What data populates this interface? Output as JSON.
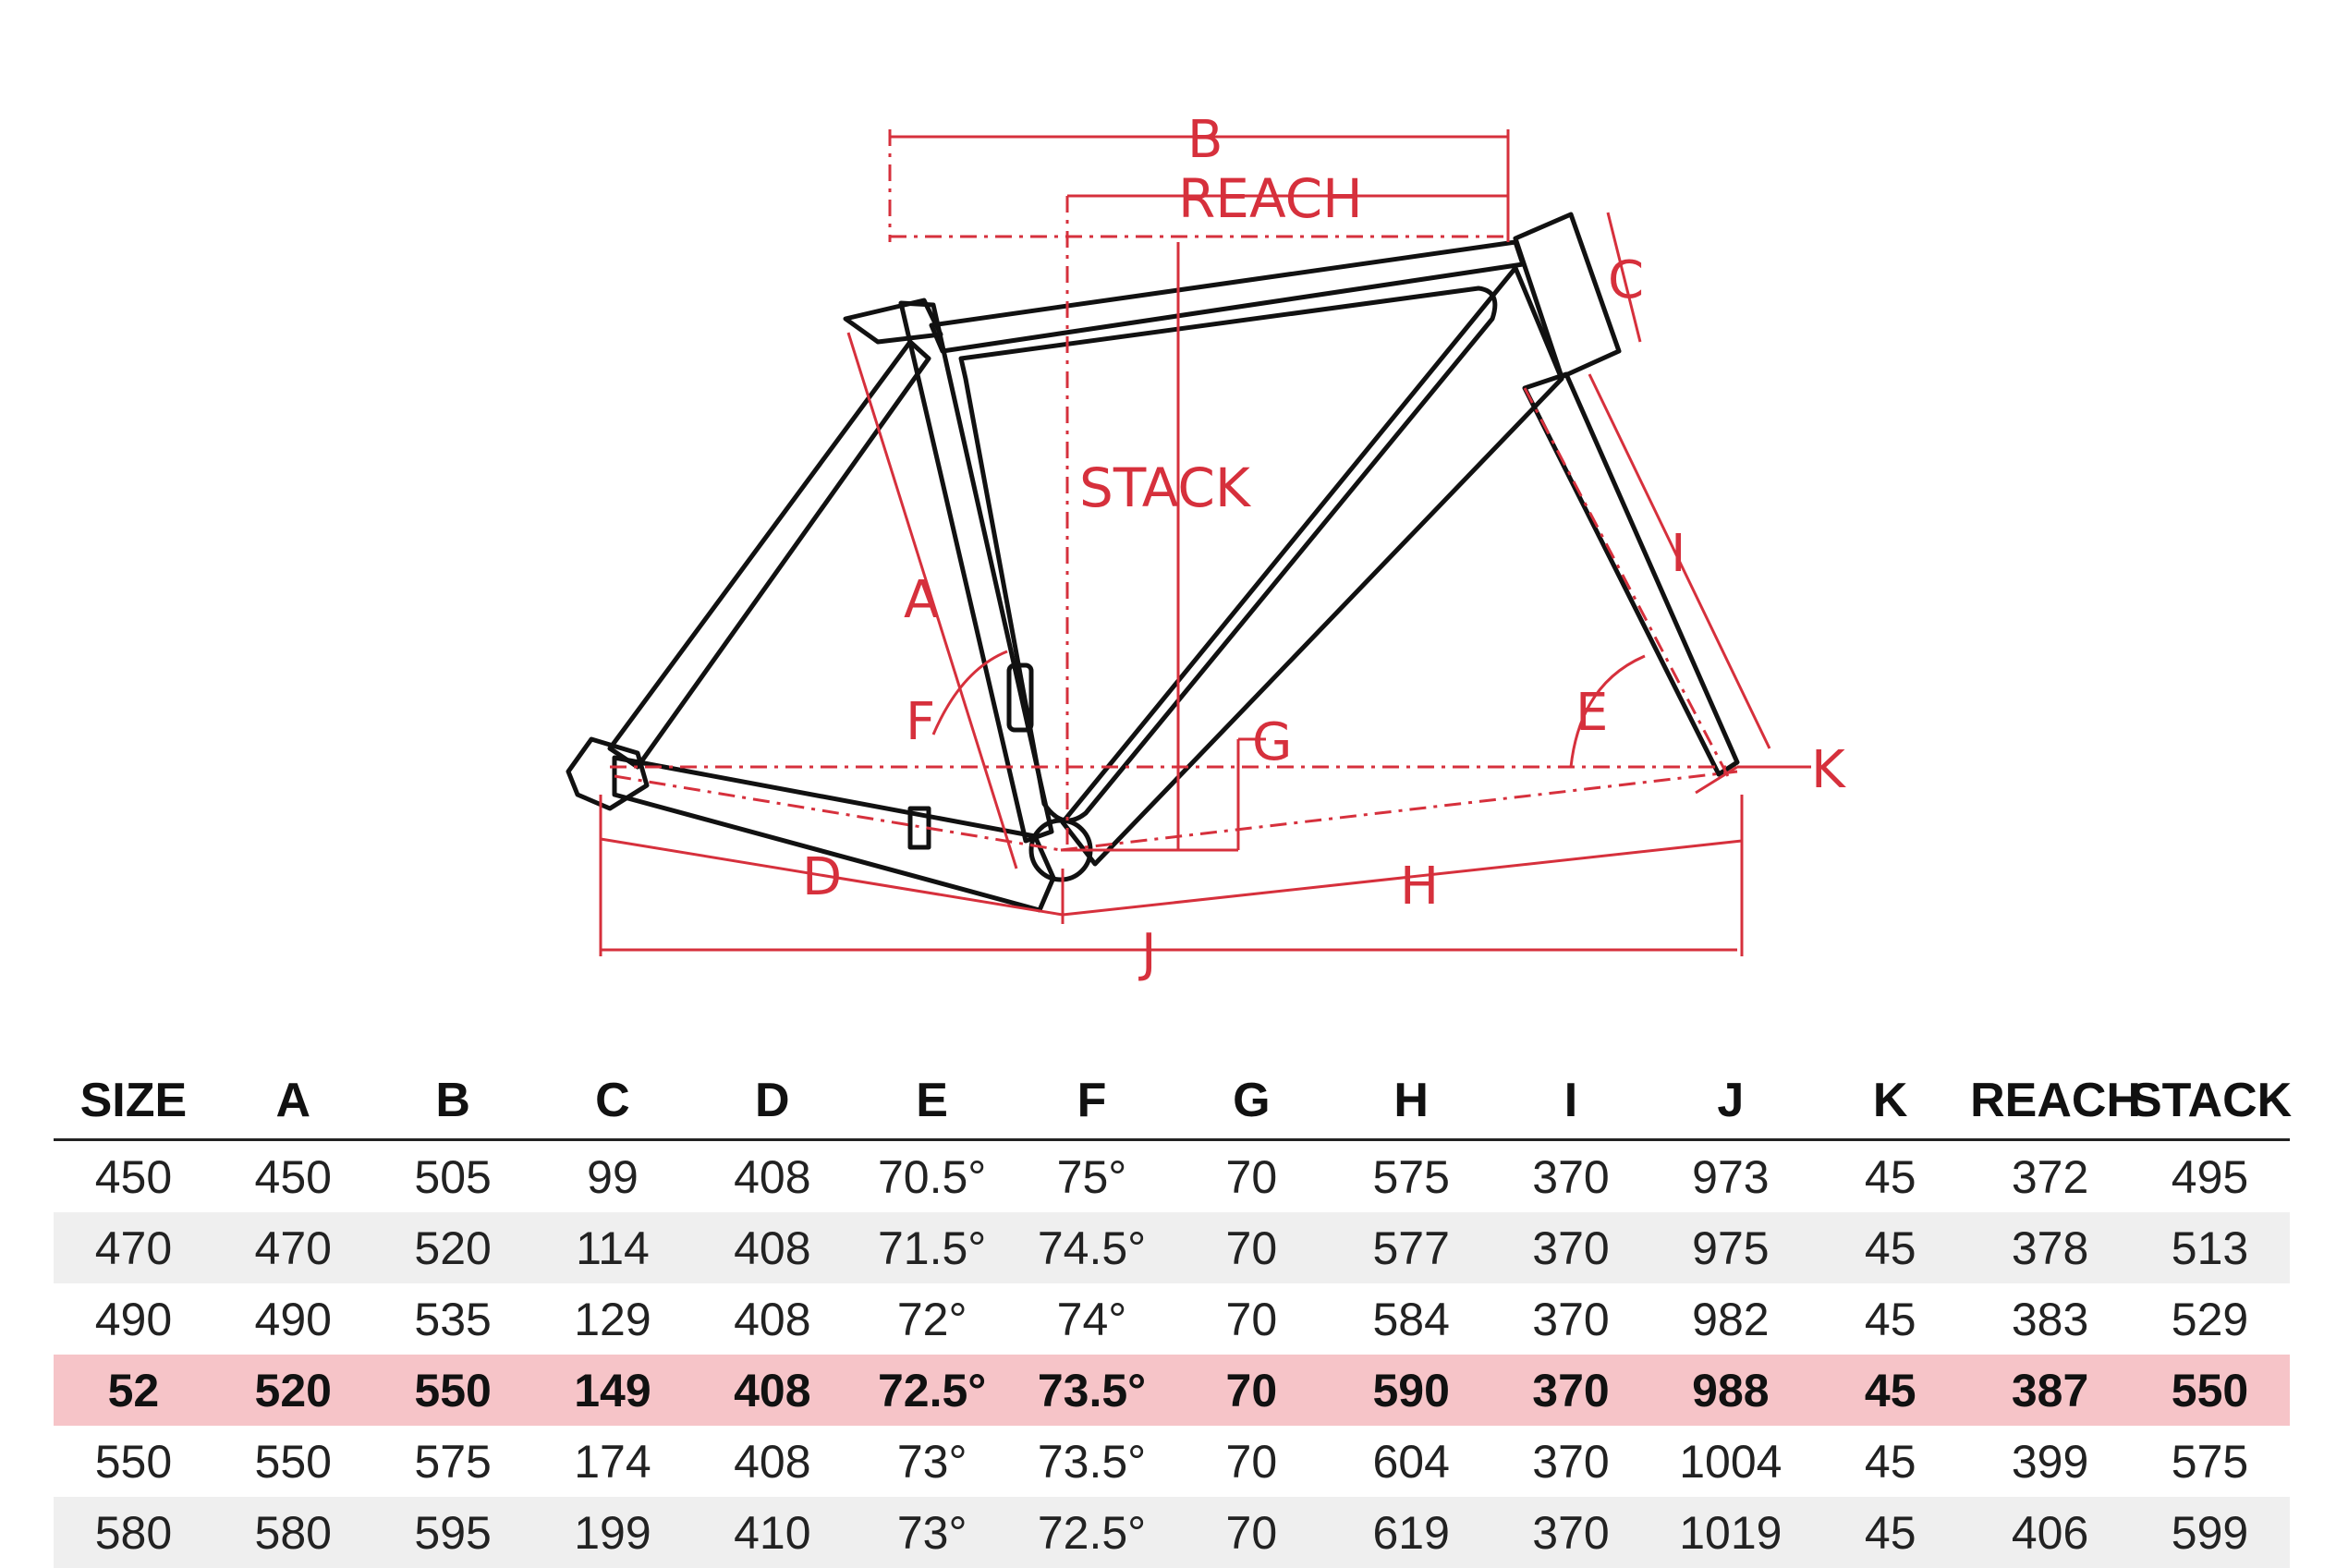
{
  "diagram": {
    "labels": {
      "B": "B",
      "reach": "REACH",
      "C": "C",
      "stack": "STACK",
      "A": "A",
      "F": "F",
      "G": "G",
      "I": "I",
      "E": "E",
      "K": "K",
      "D": "D",
      "H": "H",
      "J": "J"
    },
    "colors": {
      "dimension": "#d6303c",
      "frame": "#111111",
      "highlight": "#f6c4c8"
    }
  },
  "table": {
    "headers": [
      "SIZE",
      "A",
      "B",
      "C",
      "D",
      "E",
      "F",
      "G",
      "H",
      "I",
      "J",
      "K",
      "REACH",
      "STACK"
    ],
    "highlight_size": "52",
    "rows": [
      [
        "450",
        "450",
        "505",
        "99",
        "408",
        "70.5°",
        "75°",
        "70",
        "575",
        "370",
        "973",
        "45",
        "372",
        "495"
      ],
      [
        "470",
        "470",
        "520",
        "114",
        "408",
        "71.5°",
        "74.5°",
        "70",
        "577",
        "370",
        "975",
        "45",
        "378",
        "513"
      ],
      [
        "490",
        "490",
        "535",
        "129",
        "408",
        "72°",
        "74°",
        "70",
        "584",
        "370",
        "982",
        "45",
        "383",
        "529"
      ],
      [
        "52",
        "520",
        "550",
        "149",
        "408",
        "72.5°",
        "73.5°",
        "70",
        "590",
        "370",
        "988",
        "45",
        "387",
        "550"
      ],
      [
        "550",
        "550",
        "575",
        "174",
        "408",
        "73°",
        "73.5°",
        "70",
        "604",
        "370",
        "1004",
        "45",
        "399",
        "575"
      ],
      [
        "580",
        "580",
        "595",
        "199",
        "410",
        "73°",
        "72.5°",
        "70",
        "619",
        "370",
        "1019",
        "45",
        "406",
        "599"
      ]
    ]
  }
}
